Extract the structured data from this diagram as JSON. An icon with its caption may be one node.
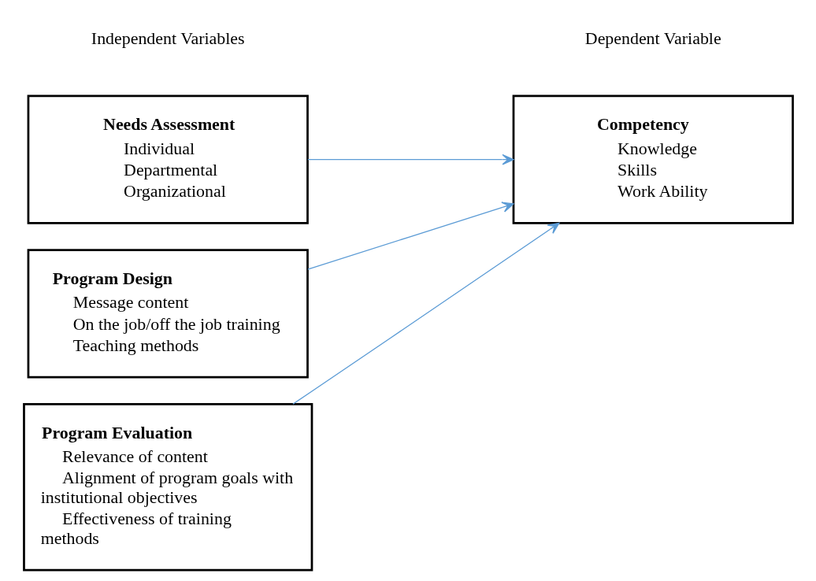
{
  "diagram": {
    "nodes": [
      {
        "text": [
          "Needs Assessment",
          "Individual",
          "Departmental",
          "Organizational"
        ]
      },
      {
        "text": [
          "Program Design",
          "Message content",
          "On the job/off the job training",
          "Teaching methods"
        ]
      },
      {
        "text": [
          "Program Evaluation",
          "Relevance of content",
          "Alignment of program goals with institutional objectives",
          "Effectiveness of training methods"
        ]
      },
      {
        "text": [
          "Competency",
          "Knowledge",
          "Skills",
          "Work Ability"
        ]
      }
    ],
    "edges": [
      {
        "from": 0,
        "to": 3,
        "arrow": "to",
        "color": "#5b9bd5"
      },
      {
        "from": 1,
        "to": 3,
        "arrow": "to",
        "color": "#5b9bd5"
      },
      {
        "from": 2,
        "to": 3,
        "arrow": "to",
        "color": "#5b9bd5"
      }
    ],
    "labels": [
      "Independent Variables",
      "Dependent Variable"
    ]
  }
}
